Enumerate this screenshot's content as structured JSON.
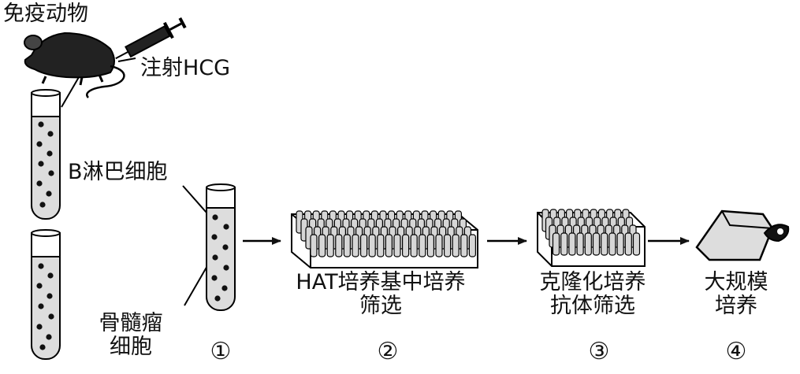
{
  "labels": {
    "immune_animal": "免疫动物",
    "inject_hcg": "注射HCG",
    "b_lymphocyte": "B淋巴细胞",
    "myeloma_line1": "骨髓瘤",
    "myeloma_line2": "细胞",
    "step2_line1": "HAT培养基中培养",
    "step2_line2": "筛选",
    "step3_line1": "克隆化培养",
    "step3_line2": "抗体筛选",
    "step4_line1": "大规模",
    "step4_line2": "培养"
  },
  "steps": [
    "①",
    "②",
    "③",
    "④"
  ]
}
